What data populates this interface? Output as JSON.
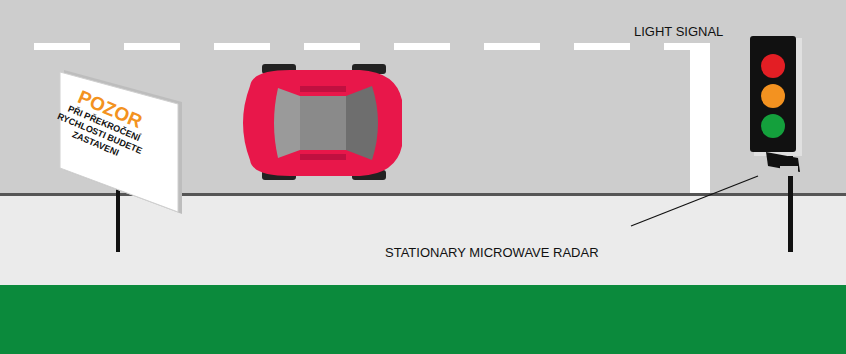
{
  "diagram": {
    "nodes": [
      {
        "text": [
          "POZOR",
          "PŘI PŘEKROČENÍ RYCHLOSTI BUDETE ZASTAVENI"
        ]
      }
    ],
    "labels": [
      "LIGHT SIGNAL",
      "STATIONARY MICROWAVE RADAR"
    ]
  }
}
